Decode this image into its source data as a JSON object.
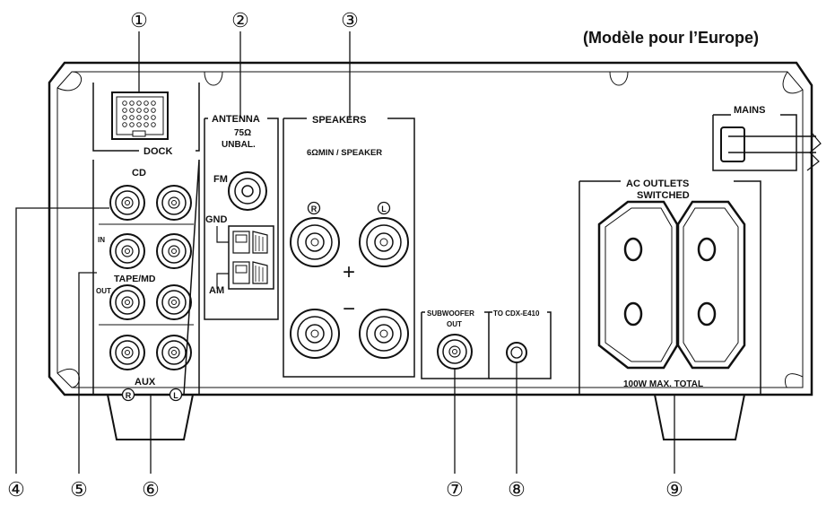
{
  "region_label": "(Modèle pour l’Europe)",
  "callouts": [
    "①",
    "②",
    "③",
    "④",
    "⑤",
    "⑥",
    "⑦",
    "⑧",
    "⑨"
  ],
  "labels": {
    "dock": "DOCK",
    "antenna": "ANTENNA",
    "antenna_ohm": "75Ω",
    "antenna_unbal": "UNBAL.",
    "fm": "FM",
    "gnd": "GND",
    "am": "AM",
    "speakers": "SPEAKERS",
    "speaker_min": "6ΩMIN / SPEAKER",
    "r": "R",
    "l": "L",
    "plus": "+",
    "minus": "−",
    "cd": "CD",
    "in": "IN",
    "tape_md": "TAPE/MD",
    "out": "OUT",
    "aux": "AUX",
    "subwoofer": "SUBWOOFER",
    "subwoofer_out": "OUT",
    "to_cdx": "TO CDX-E410",
    "mains": "MAINS",
    "ac_outlets": "AC OUTLETS",
    "switched": "SWITCHED",
    "max_total": "100W MAX. TOTAL"
  }
}
